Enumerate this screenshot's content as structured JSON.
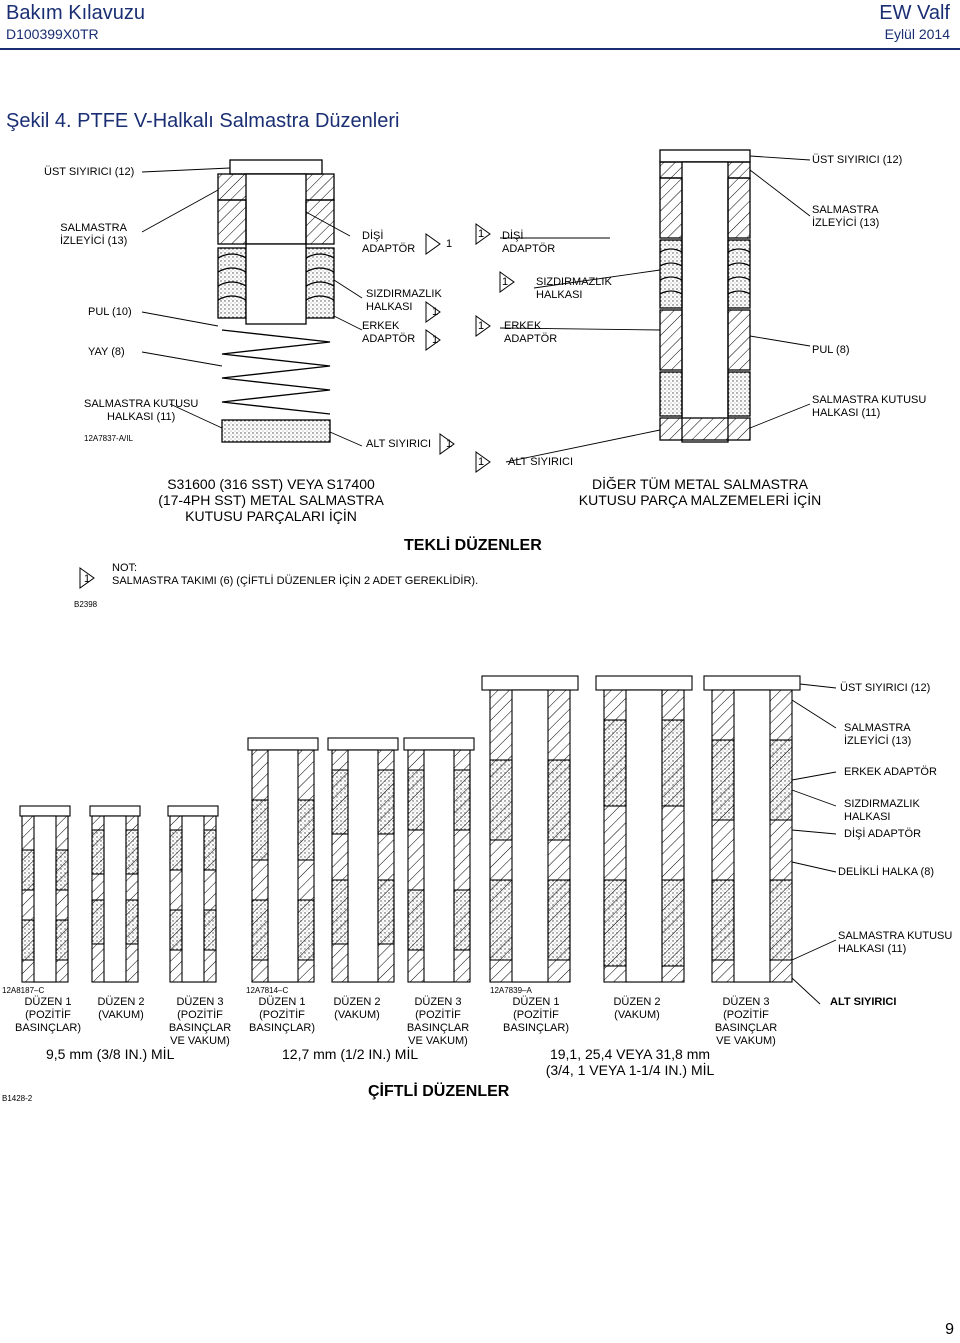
{
  "header": {
    "title": "Bakım Kılavuzu",
    "code": "D100399X0TR",
    "brand": "EW Valf",
    "date": "Eylül 2014"
  },
  "figure_title": "Şekil 4. PTFE V-Halkalı Salmastra Düzenleri",
  "single": {
    "labels_left": {
      "ust_siyirici": "ÜST SIYIRICI (12)",
      "salmastra_izleyici": "SALMASTRA\nİZLEYİCİ (13)",
      "pul": "PUL (10)",
      "yay": "YAY (8)",
      "kutusu": "SALMASTRA KUTUSU\nHALKASI (11)",
      "code": "12A7837-A/IL"
    },
    "labels_mid_left": {
      "disi_adaptor": "DİŞİ\nADAPTÖR",
      "sizdirmazlik": "SIZDIRMAZLIK\nHALKASI",
      "erkek_adaptor": "ERKEK\nADAPTÖR",
      "alt_siyirici": "ALT SIYIRICI"
    },
    "labels_mid_right": {
      "disi_adaptor": "DİŞİ\nADAPTÖR",
      "sizdirmazlik": "SIZDIRMAZLIK\nHALKASI",
      "erkek_adaptor": "ERKEK\nADAPTÖR",
      "alt_siyirici": "ALT SIYIRICI"
    },
    "labels_right": {
      "ust_siyirici": "ÜST SIYIRICI (12)",
      "salmastra_izleyici": "SALMASTRA\nİZLEYİCİ (13)",
      "pul": "PUL (8)",
      "kutusu": "SALMASTRA KUTUSU\nHALKASI (11)"
    },
    "caption_left": "S31600 (316 SST) VEYA S17400\n(17-4PH SST) METAL SALMASTRA\nKUTUSU PARÇALARI İÇİN",
    "caption_right": "DİĞER TÜM METAL SALMASTRA\nKUTUSU PARÇA MALZEMELERİ İÇİN",
    "section_title": "TEKLİ DÜZENLER",
    "note_label": "NOT:",
    "note_text": "SALMASTRA TAKIMI (6) (ÇİFTLİ DÜZENLER İÇİN 2 ADET GEREKLİDİR).",
    "note_num": "1",
    "code": "B2398"
  },
  "double": {
    "labels_right": {
      "ust_siyirici": "ÜST SIYIRICI (12)",
      "salmastra_izleyici": "SALMASTRA\nİZLEYİCİ (13)",
      "erkek_adaptor": "ERKEK ADAPTÖR",
      "sizdirmazlik": "SIZDIRMAZLIK\nHALKASI",
      "disi_adaptor": "DİŞİ ADAPTÖR",
      "delikli": "DELİKLİ HALKA (8)",
      "kutusu": "SALMASTRA KUTUSU\nHALKASI (11)",
      "alt_siyirici": "ALT SIYIRICI"
    },
    "codes": [
      "12A8187–C",
      "12A7814–C",
      "12A7839–A"
    ],
    "groups": [
      {
        "items": [
          "DÜZEN 1\n(POZİTİF\nBASINÇLAR)",
          "DÜZEN 2\n(VAKUM)",
          "DÜZEN 3\n(POZİTİF\nBASINÇLAR\nVE VAKUM)"
        ],
        "shaft": "9,5 mm (3/8 IN.) MİL"
      },
      {
        "items": [
          "DÜZEN 1\n(POZİTİF\nBASINÇLAR)",
          "DÜZEN 2\n(VAKUM)",
          "DÜZEN 3\n(POZİTİF\nBASINÇLAR\nVE VAKUM)"
        ],
        "shaft": "12,7 mm (1/2 IN.) MİL"
      },
      {
        "items": [
          "DÜZEN 1\n(POZİTİF\nBASINÇLAR)",
          "DÜZEN 2\n(VAKUM)",
          "DÜZEN 3\n(POZİTİF\nBASINÇLAR\nVE VAKUM)"
        ],
        "shaft": "19,1, 25,4 VEYA 31,8 mm\n(3/4, 1 VEYA 1-1/4 IN.) MİL"
      }
    ],
    "section_title": "ÇİFTLİ DÜZENLER",
    "code": "B1428-2"
  },
  "page_number": "9"
}
